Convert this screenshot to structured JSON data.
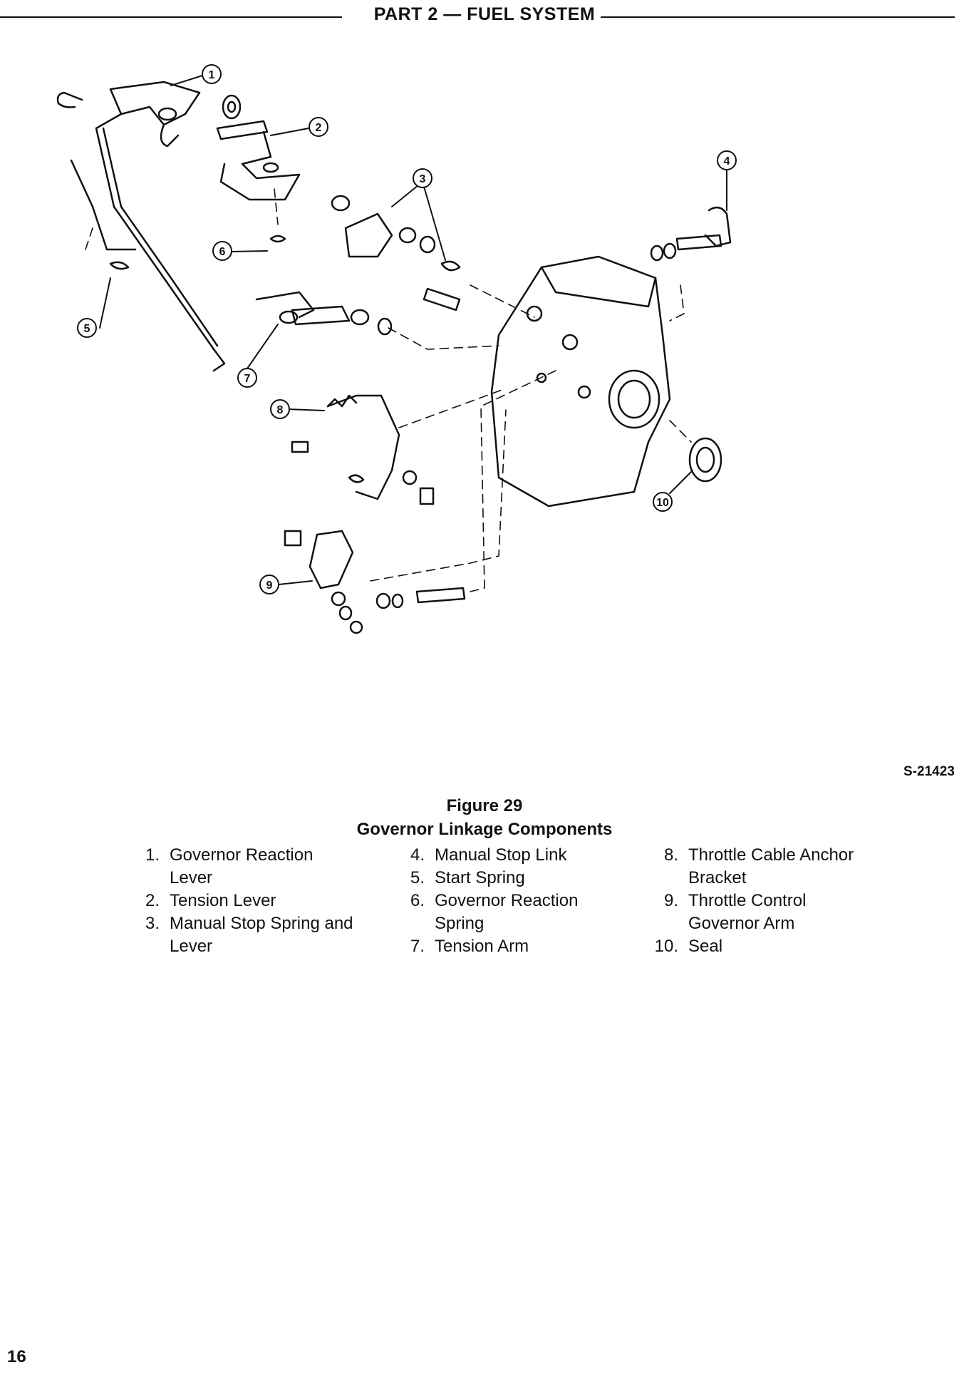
{
  "header": {
    "title": "PART 2 — FUEL SYSTEM"
  },
  "figure": {
    "id": "S-21423",
    "callouts": [
      "1",
      "2",
      "3",
      "4",
      "5",
      "6",
      "7",
      "8",
      "9",
      "10"
    ]
  },
  "caption": {
    "figure_label": "Figure 29",
    "title": "Governor Linkage Components"
  },
  "legend": {
    "col1": [
      {
        "num": "1.",
        "text": "Governor Reaction Lever"
      },
      {
        "num": "2.",
        "text": "Tension Lever"
      },
      {
        "num": "3.",
        "text": "Manual Stop Spring and Lever"
      }
    ],
    "col2": [
      {
        "num": "4.",
        "text": "Manual Stop Link"
      },
      {
        "num": "5.",
        "text": "Start Spring"
      },
      {
        "num": "6.",
        "text": "Governor Reaction Spring"
      },
      {
        "num": "7.",
        "text": "Tension Arm"
      }
    ],
    "col3": [
      {
        "num": "8.",
        "text": "Throttle Cable Anchor Bracket"
      },
      {
        "num": "9.",
        "text": "Throttle Control Governor Arm"
      },
      {
        "num": "10.",
        "text": "Seal"
      }
    ]
  },
  "page_number": "16"
}
